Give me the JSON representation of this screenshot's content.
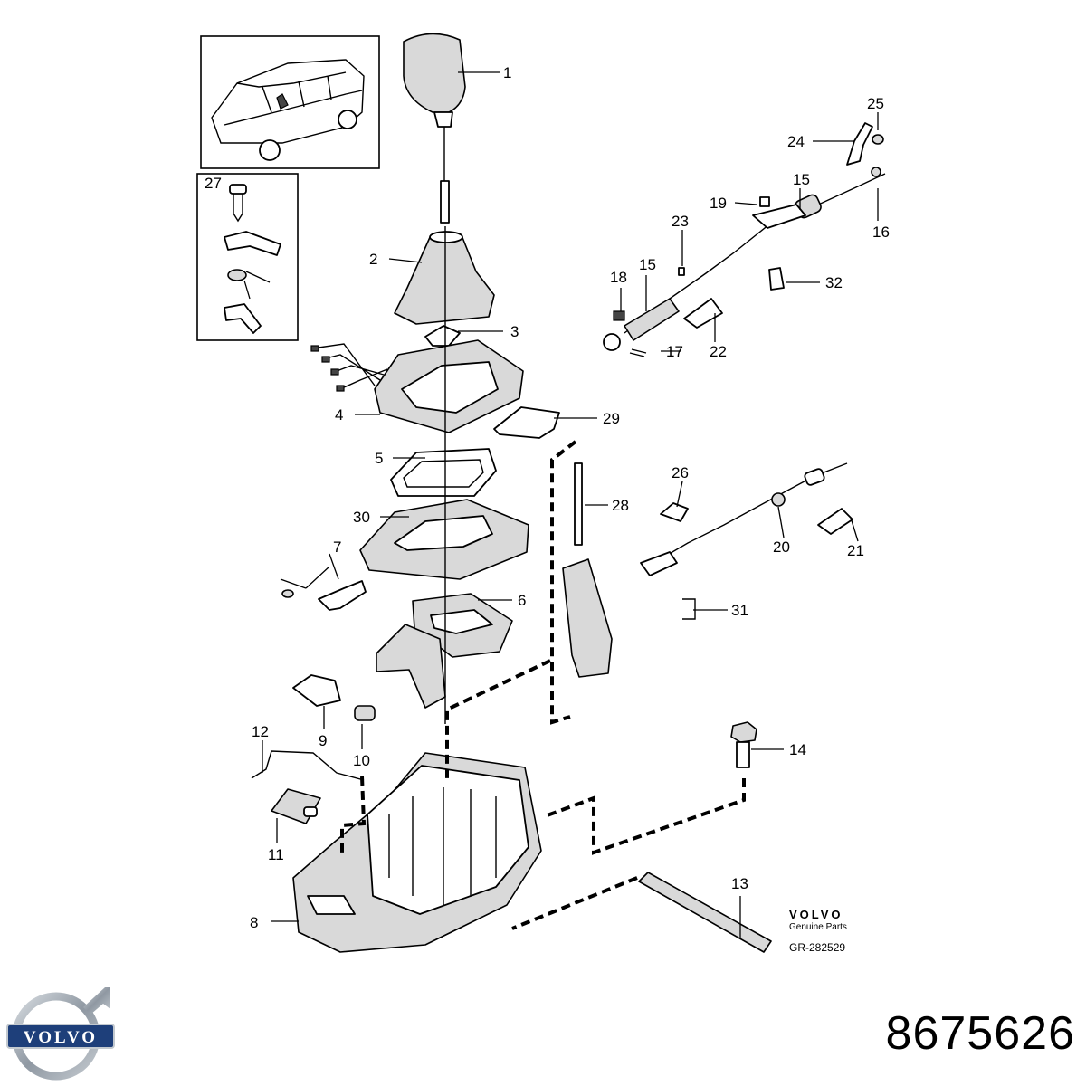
{
  "diagram": {
    "callouts": [
      "1",
      "2",
      "3",
      "4",
      "5",
      "30",
      "7",
      "6",
      "9",
      "10",
      "12",
      "11",
      "8",
      "27",
      "24",
      "25",
      "15",
      "16",
      "19",
      "23",
      "18",
      "15",
      "32",
      "17",
      "22",
      "29",
      "28",
      "26",
      "20",
      "21",
      "31",
      "14",
      "13"
    ],
    "brand": {
      "wordmark": "VOLVO",
      "tagline": "Genuine Parts",
      "reference": "GR-282529"
    }
  },
  "footer": {
    "logo_text": "VOLVO",
    "part_number": "8675626"
  },
  "colors": {
    "ink": "#000000",
    "logo_blue": "#1e3f7a",
    "logo_steel": "#9aa3ad"
  }
}
